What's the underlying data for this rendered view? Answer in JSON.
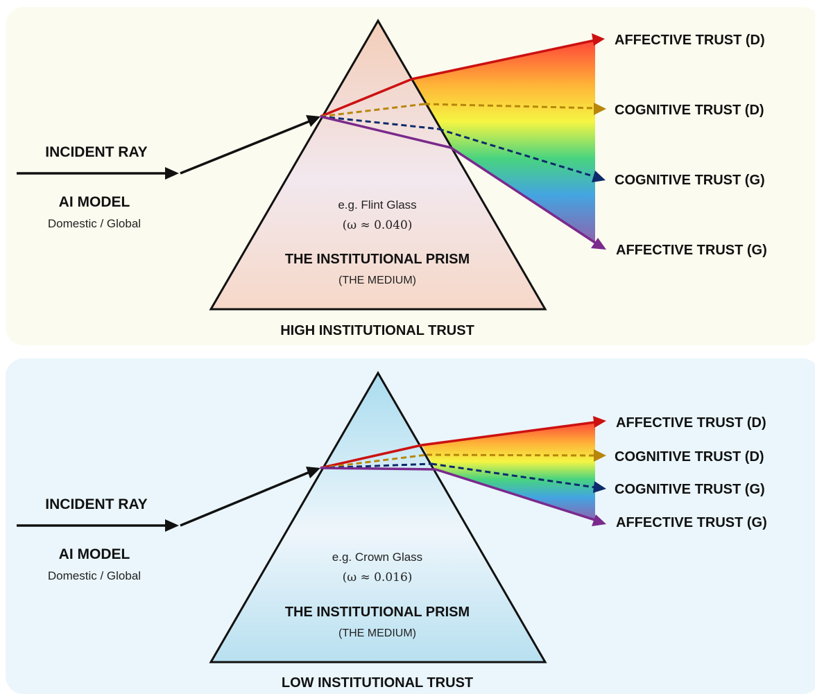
{
  "panels": [
    {
      "incident_label": "INCIDENT RAY",
      "source_title": "AI MODEL",
      "source_subtitle": "Domestic / Global",
      "example_material": "e.g. Flint Glass",
      "dispersion": "(ω ≈ 0.040)",
      "prism_title": "THE INSTITUTIONAL PRISM",
      "prism_subtitle": "(THE MEDIUM)",
      "panel_caption": "HIGH INSTITUTIONAL TRUST",
      "outputs": [
        {
          "label": "AFFECTIVE TRUST (D)",
          "style": "solid",
          "color": "#cc1111"
        },
        {
          "label": "COGNITIVE TRUST (D)",
          "style": "dashed",
          "color": "#b8860b"
        },
        {
          "label": "COGNITIVE TRUST (G)",
          "style": "dashed",
          "color": "#0d2a6b"
        },
        {
          "label": "AFFECTIVE TRUST (G)",
          "style": "solid",
          "color": "#7a2a8c"
        }
      ]
    },
    {
      "incident_label": "INCIDENT RAY",
      "source_title": "AI MODEL",
      "source_subtitle": "Domestic / Global",
      "example_material": "e.g. Crown Glass",
      "dispersion": "(ω ≈ 0.016)",
      "prism_title": "THE INSTITUTIONAL PRISM",
      "prism_subtitle": "(THE MEDIUM)",
      "panel_caption": "LOW INSTITUTIONAL TRUST",
      "outputs": [
        {
          "label": "AFFECTIVE TRUST (D)",
          "style": "solid",
          "color": "#cc1111"
        },
        {
          "label": "COGNITIVE TRUST (D)",
          "style": "dashed",
          "color": "#b8860b"
        },
        {
          "label": "COGNITIVE TRUST (G)",
          "style": "dashed",
          "color": "#0d2a6b"
        },
        {
          "label": "AFFECTIVE TRUST (G)",
          "style": "solid",
          "color": "#7a2a8c"
        }
      ]
    }
  ],
  "colors": {
    "panel1_bg": "#fbfbf0",
    "panel2_bg": "#eaf6fb",
    "prism1_fill": "#f6ddd0",
    "prism2_fill": "#bfe4f2"
  }
}
